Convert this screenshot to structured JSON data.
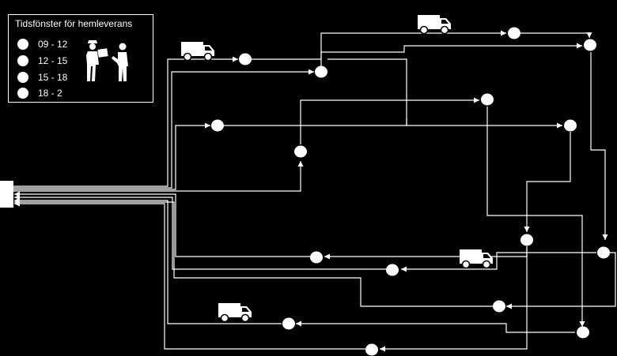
{
  "colors": {
    "background": "#000000",
    "foreground": "#ffffff"
  },
  "legend": {
    "title": "Tidsfönster för hemleverans",
    "items": [
      {
        "label": "09 - 12"
      },
      {
        "label": "12 - 15"
      },
      {
        "label": "15 - 18"
      },
      {
        "label": "18 - 2"
      }
    ],
    "illustration_icon": "delivery-handover-icon"
  },
  "icons": {
    "van": "delivery-van-icon",
    "depot": "depot-box-icon"
  }
}
